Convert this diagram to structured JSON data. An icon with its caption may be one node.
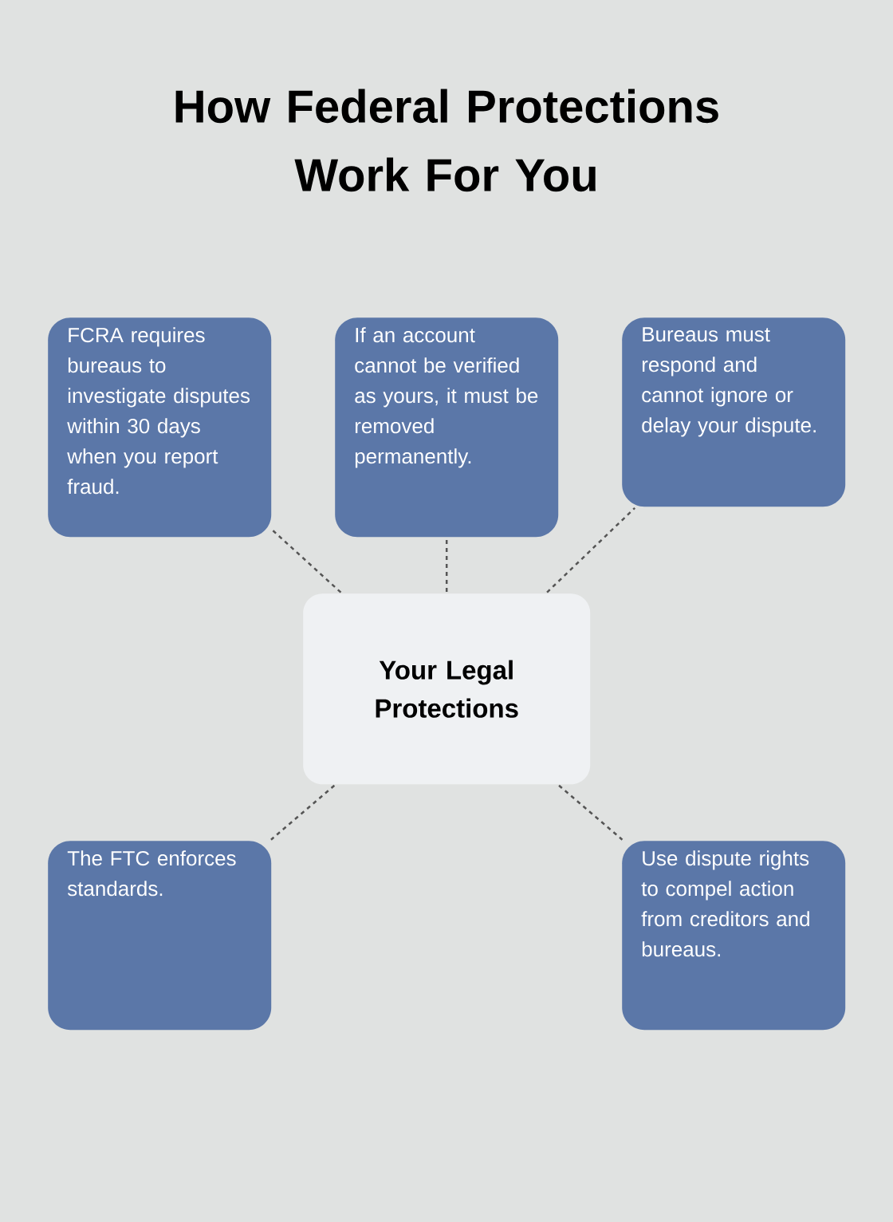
{
  "diagram": {
    "title": "How Federal Protections Work For You",
    "nodes": [
      {
        "text": [
          "FCRA requires bureaus to investigate disputes within 30 days when you report fraud."
        ]
      },
      {
        "text": [
          "If an account cannot be verified as yours, it must be removed permanently."
        ]
      },
      {
        "text": [
          "Bureaus must respond and cannot ignore or delay your dispute."
        ]
      },
      {
        "text": [
          "Your Legal Protections"
        ]
      },
      {
        "text": [
          "The FTC enforces standards."
        ]
      },
      {
        "text": [
          "Use dispute rights to compel action from creditors and bureaus."
        ]
      }
    ],
    "edges": [
      {
        "from": 3,
        "to": 0,
        "arrow": "none",
        "style": "dashed"
      },
      {
        "from": 3,
        "to": 1,
        "arrow": "none",
        "style": "dashed"
      },
      {
        "from": 3,
        "to": 2,
        "arrow": "none",
        "style": "dashed"
      },
      {
        "from": 3,
        "to": 4,
        "arrow": "none",
        "style": "dashed"
      },
      {
        "from": 3,
        "to": 5,
        "arrow": "none",
        "style": "dashed"
      }
    ]
  }
}
